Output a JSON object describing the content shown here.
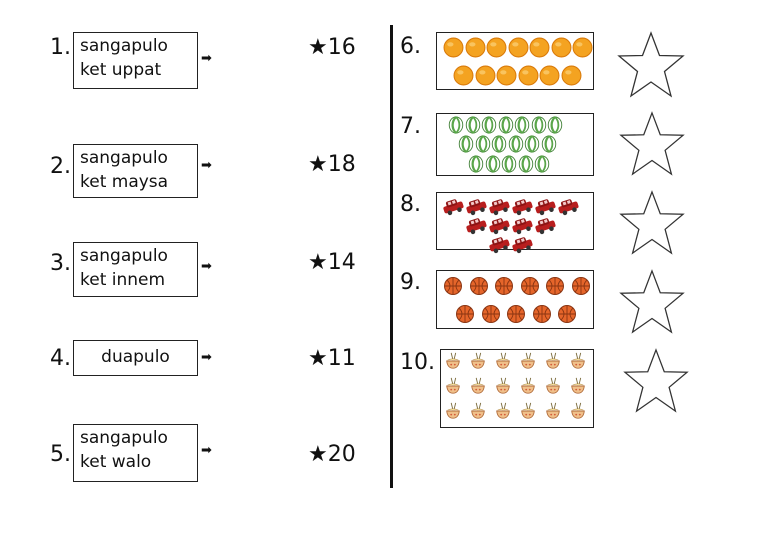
{
  "left_items": [
    {
      "num": "1.",
      "line1": "sangapulo",
      "line2": "ket uppat",
      "target": "★16"
    },
    {
      "num": "2.",
      "line1": "sangapulo",
      "line2": "ket maysa",
      "target": "★18"
    },
    {
      "num": "3.",
      "line1": "sangapulo",
      "line2": "ket innem",
      "target": "★14"
    },
    {
      "num": "4.",
      "line1": "duapulo",
      "line2": "",
      "target": "★11"
    },
    {
      "num": "5.",
      "line1": "sangapulo",
      "line2": "ket walo",
      "target": "★20"
    }
  ],
  "arrow_glyph": "➡",
  "right_items": [
    {
      "num": "6.",
      "object": "orange",
      "count": 13
    },
    {
      "num": "7.",
      "object": "beach-ball",
      "count": 18
    },
    {
      "num": "8.",
      "object": "toy-car",
      "count": 12
    },
    {
      "num": "9.",
      "object": "basketball",
      "count": 11
    },
    {
      "num": "10.",
      "object": "noodle-bowl",
      "count": 18
    }
  ],
  "colors": {
    "orange": "#f4a321",
    "orange_dark": "#d97a0a",
    "ball_green": "#5aa64a",
    "car_red": "#b81e1e",
    "basketball": "#e5652a",
    "bowl": "#f0c08a"
  }
}
